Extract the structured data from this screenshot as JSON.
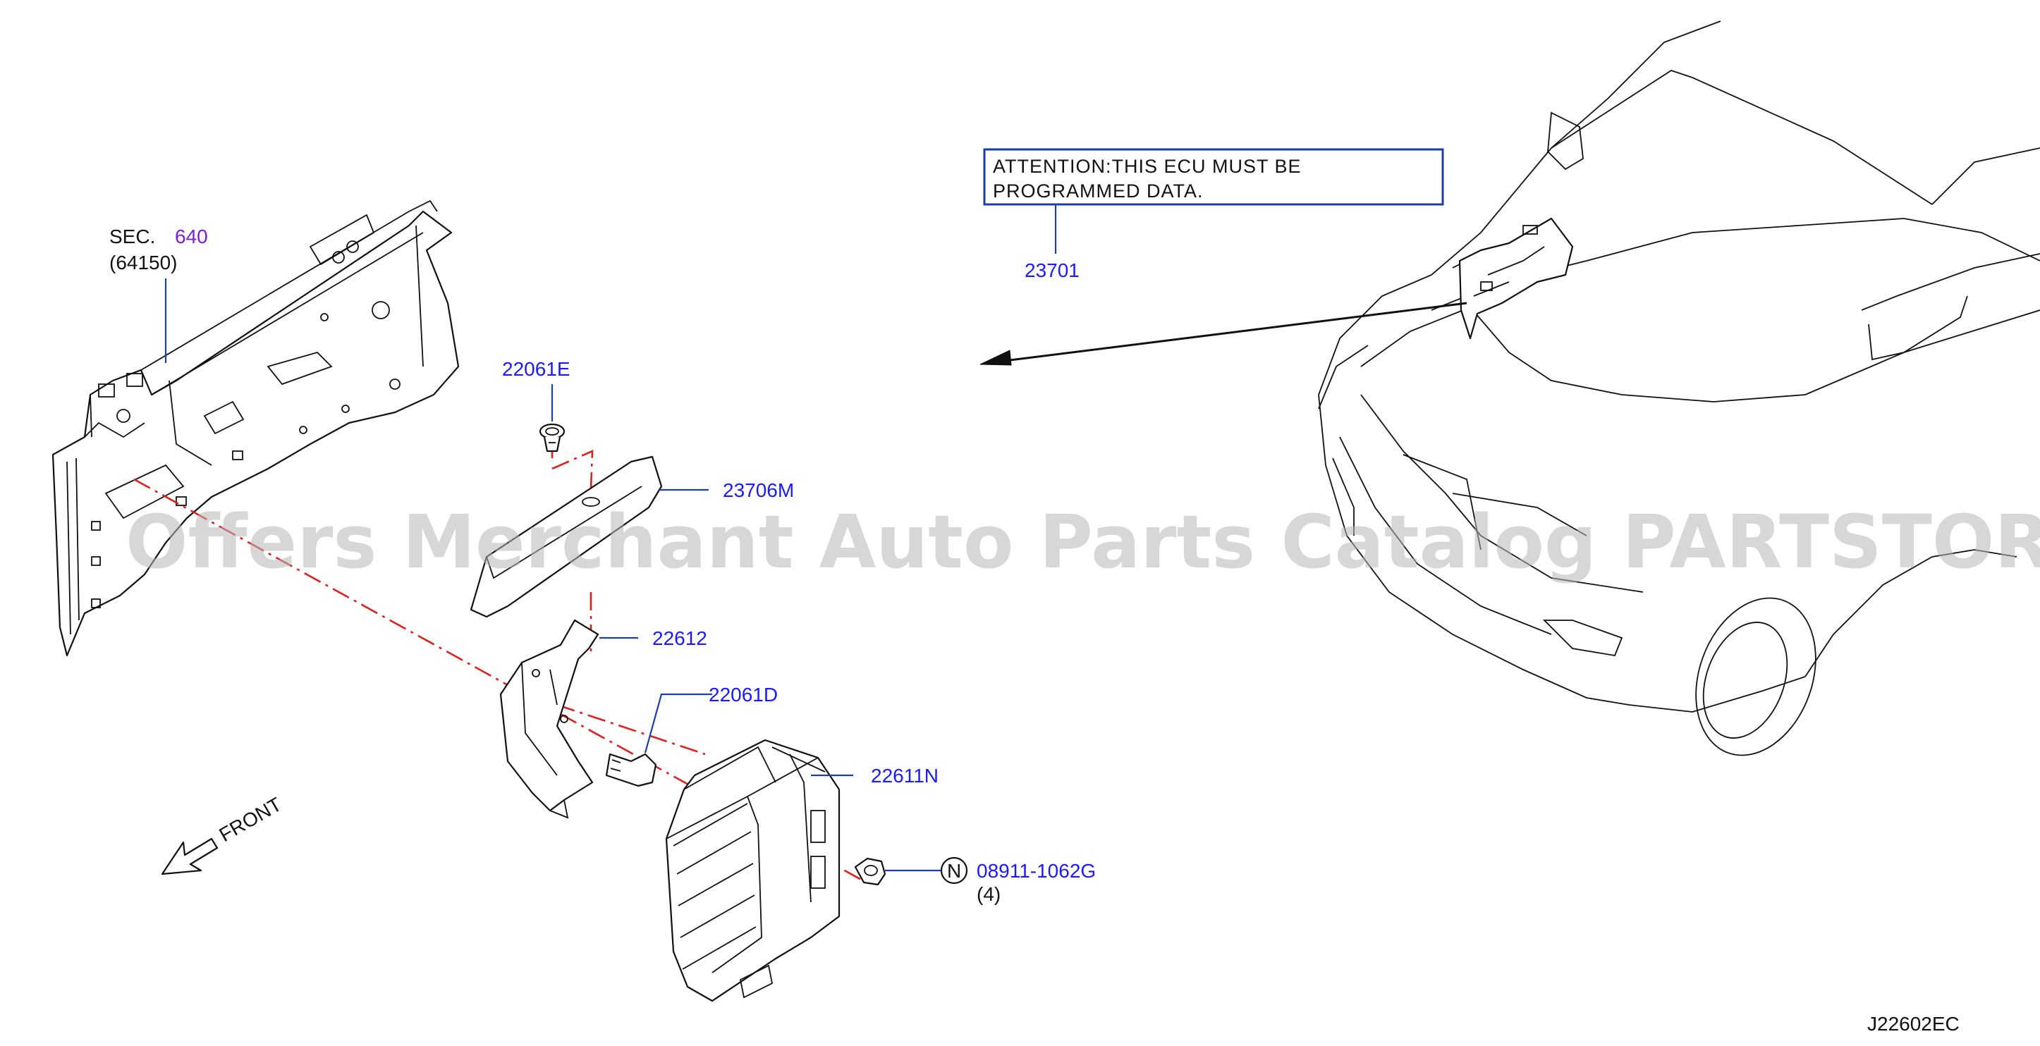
{
  "watermark": "Offers Merchant Auto Parts Catalog PARTSTORE.SA",
  "section_ref": {
    "prefix": "SEC.",
    "number": "640",
    "subref": "(64150)"
  },
  "attention_note": {
    "line1": "ATTENTION:THIS  ECU  MUST  BE",
    "line2": "PROGRAMMED  DATA."
  },
  "part_labels": {
    "p23701": "23701",
    "p22061E": "22061E",
    "p23706M": "23706M",
    "p22612": "22612",
    "p22061D": "22061D",
    "p22611N": "22611N",
    "p08911": "08911-1062G"
  },
  "nut_marker": "N",
  "quantity_note": "(4)",
  "front_indicator": "FRONT",
  "diagram_code": "J22602EC",
  "colors": {
    "label_blue": "#1a1aff",
    "leader_blue": "#1a3fa6",
    "section_purple": "#7a1fd6",
    "centerline_red": "#e0201e",
    "note_box_border": "#1a3fa6"
  }
}
